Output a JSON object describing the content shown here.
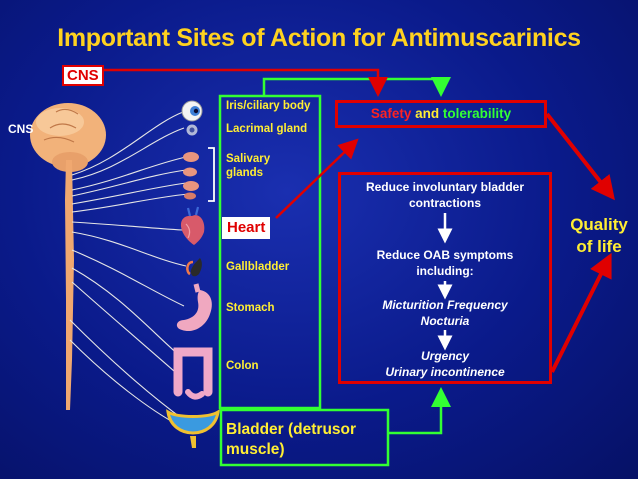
{
  "title": "Important Sites of Action for Antimuscarinics",
  "cns_badge": "CNS",
  "cns_label": "CNS",
  "organs": {
    "iris": "Iris/ciliary body",
    "lacrimal": "Lacrimal gland",
    "salivary_1": "Salivary",
    "salivary_2": "glands",
    "heart": "Heart",
    "gallbladder": "Gallbladder",
    "stomach": "Stomach",
    "colon": "Colon",
    "bladder_1": "Bladder (detrusor",
    "bladder_2": "muscle)"
  },
  "safety": {
    "part1": "Safety",
    "part2": "and",
    "part3": "tolerability"
  },
  "oab": {
    "line1": "Reduce involuntary bladder",
    "line2": "contractions",
    "line3": "Reduce OAB symptoms",
    "line4": "including:",
    "line5": "Micturition Frequency",
    "line6": "Nocturia",
    "line7": "Urgency",
    "line8": "Urinary incontinence"
  },
  "quality": {
    "line1": "Quality",
    "line2": "of life"
  },
  "colors": {
    "background": "#0a1a8a",
    "title": "#ffd21f",
    "red_arrow": "#e00000",
    "green_line": "#33ff33",
    "organ_text": "#ffee33",
    "body_text": "#ffffff"
  }
}
